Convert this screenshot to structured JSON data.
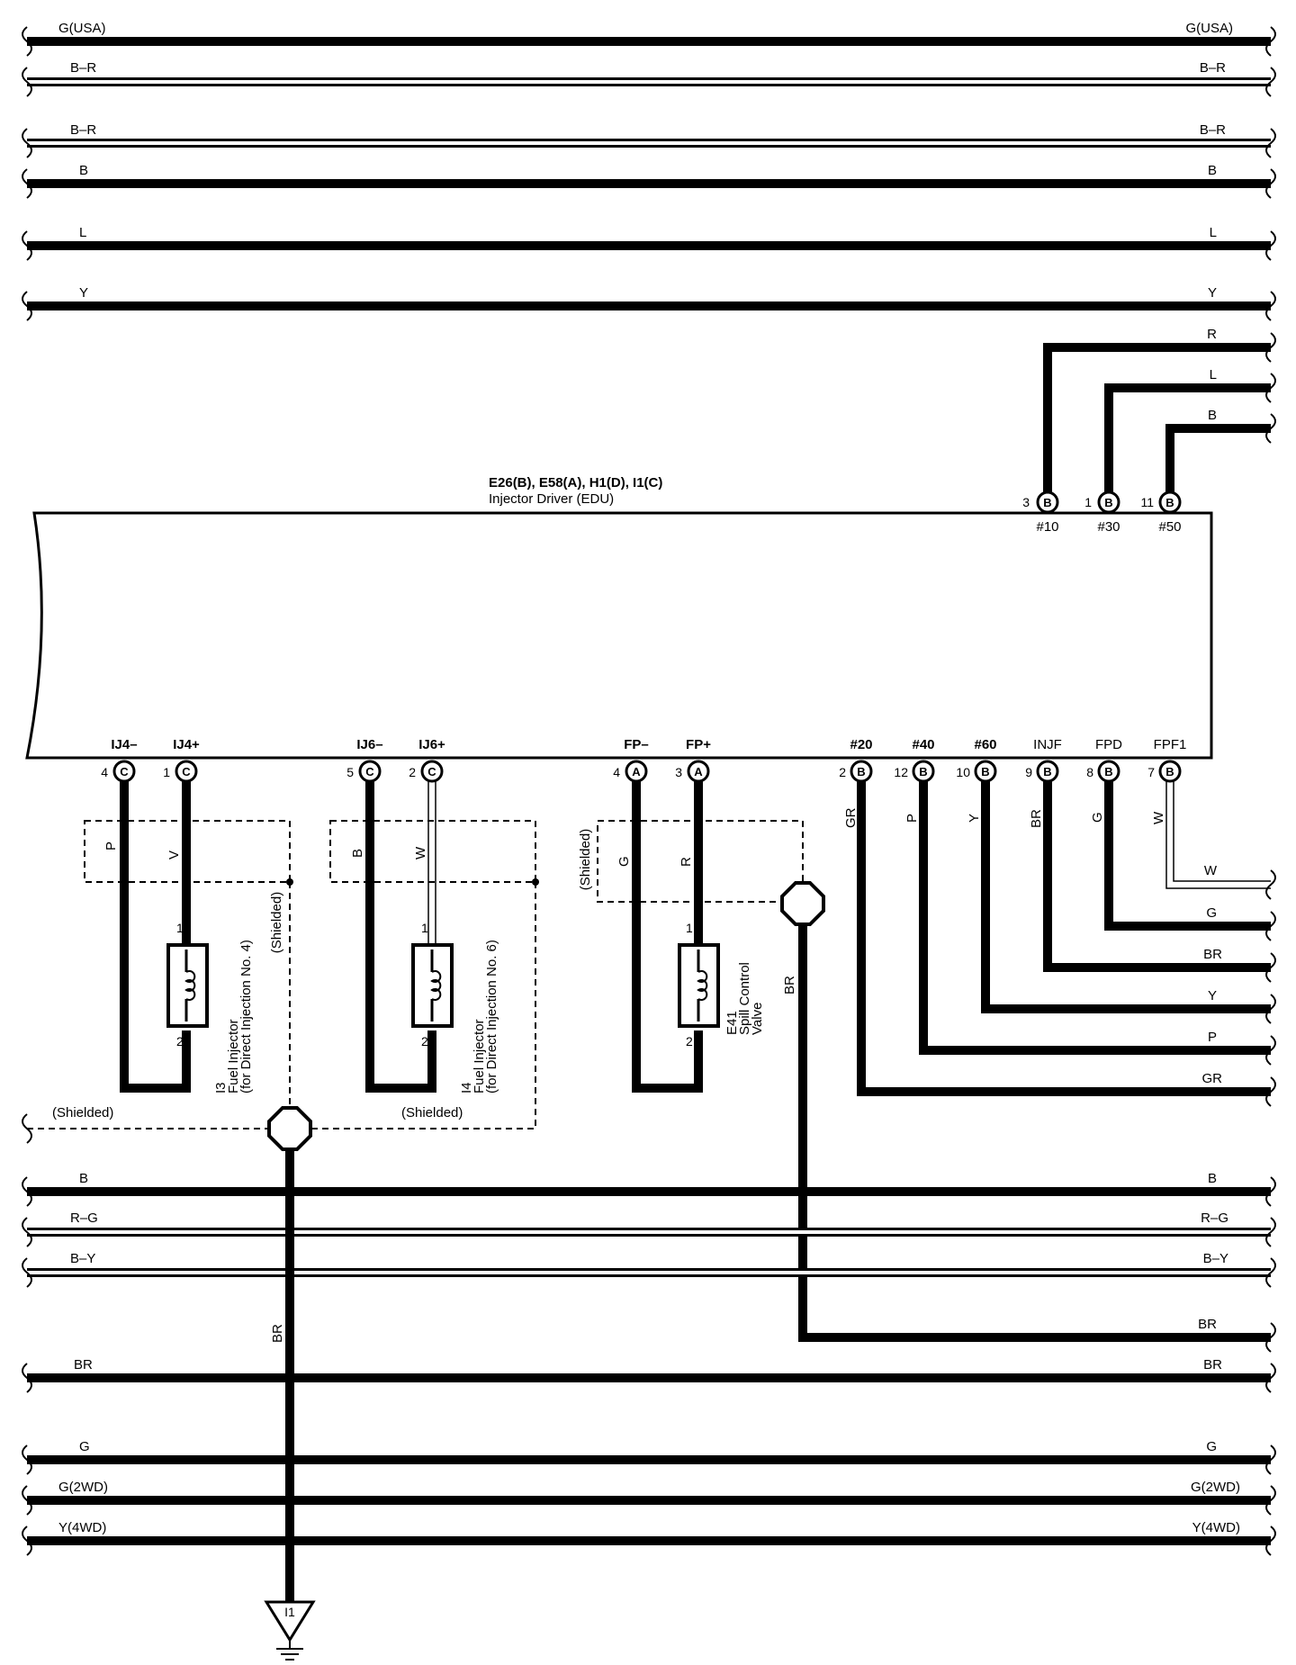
{
  "ecu": {
    "connectors": "E26(B), E58(A), H1(D), I1(C)",
    "name": "Injector Driver (EDU)"
  },
  "top_wires": [
    {
      "label": "G(USA)",
      "style": "thick"
    },
    {
      "label": "B–R",
      "style": "double"
    },
    {
      "label": "B–R",
      "style": "double"
    },
    {
      "label": "B",
      "style": "thick"
    },
    {
      "label": "L",
      "style": "thick"
    },
    {
      "label": "Y",
      "style": "thick"
    }
  ],
  "top_terminals": [
    {
      "name": "#10",
      "pin": "3",
      "connector": "B",
      "wire": "R"
    },
    {
      "name": "#30",
      "pin": "1",
      "connector": "B",
      "wire": "L"
    },
    {
      "name": "#50",
      "pin": "11",
      "connector": "B",
      "wire": "B"
    }
  ],
  "bottom_terminals": [
    {
      "name": "IJ4–",
      "pin": "4",
      "connector": "C",
      "wire": "P"
    },
    {
      "name": "IJ4+",
      "pin": "1",
      "connector": "C",
      "wire": "V"
    },
    {
      "name": "IJ6–",
      "pin": "5",
      "connector": "C",
      "wire": "B"
    },
    {
      "name": "IJ6+",
      "pin": "2",
      "connector": "C",
      "wire": "W"
    },
    {
      "name": "FP–",
      "pin": "4",
      "connector": "A",
      "wire": "G"
    },
    {
      "name": "FP+",
      "pin": "3",
      "connector": "A",
      "wire": "R"
    },
    {
      "name": "#20",
      "pin": "2",
      "connector": "B",
      "wire": "GR"
    },
    {
      "name": "#40",
      "pin": "12",
      "connector": "B",
      "wire": "P"
    },
    {
      "name": "#60",
      "pin": "10",
      "connector": "B",
      "wire": "Y"
    },
    {
      "name": "INJF",
      "pin": "9",
      "connector": "B",
      "wire": "BR"
    },
    {
      "name": "FPD",
      "pin": "8",
      "connector": "B",
      "wire": "G"
    },
    {
      "name": "FPF1",
      "pin": "7",
      "connector": "B",
      "wire": "W"
    }
  ],
  "components": [
    {
      "id": "I3",
      "line1": "Fuel Injector",
      "line2": "(for Direct Injection No. 4)",
      "pin1": "1",
      "pin2": "2"
    },
    {
      "id": "I4",
      "line1": "Fuel Injector",
      "line2": "(for Direct Injection No. 6)",
      "pin1": "1",
      "pin2": "2"
    },
    {
      "id": "E41",
      "line1": "Spill Control",
      "line2": "Valve",
      "pin1": "1",
      "pin2": "2"
    }
  ],
  "shield_labels": {
    "left_vertical": "(Shielded)",
    "mid_vertical": "(Shielded)",
    "bottom_left": "(Shielded)",
    "bottom_mid": "(Shielded)"
  },
  "br_labels": {
    "spill_drop": "BR",
    "ground_drop": "BR"
  },
  "bottom_wires": [
    {
      "label": "B",
      "style": "thick"
    },
    {
      "label": "R–G",
      "style": "double"
    },
    {
      "label": "B–Y",
      "style": "double"
    },
    {
      "label": "BR",
      "style": "thick"
    },
    {
      "label": "G",
      "style": "thick"
    },
    {
      "label": "G(2WD)",
      "style": "thick"
    },
    {
      "label": "Y(4WD)",
      "style": "thick"
    }
  ],
  "spill_return_wire": "BR",
  "ground": {
    "id": "I1"
  }
}
